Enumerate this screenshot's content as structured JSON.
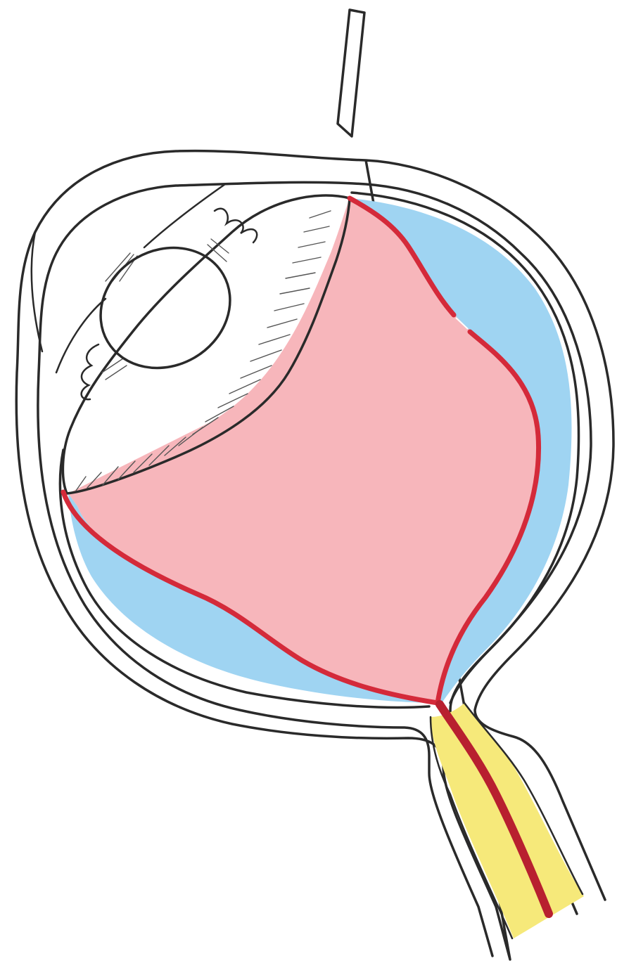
{
  "colors": {
    "background": "#ffffff",
    "outline": "#2a2a2a",
    "vitreous": "#f7b6bb",
    "subretinal_fluid": "#9fd4f2",
    "detached_retina": "#d42a3a",
    "optic_nerve": "#f6e97a",
    "central_vessel": "#b8202f",
    "ciliary_body": "#ffffff",
    "lens": "#ffffff"
  },
  "structures": [
    "sclera",
    "choroid",
    "cornea",
    "lens",
    "iris",
    "ciliary-body",
    "vitreous-body",
    "detached-retina",
    "retinal-break",
    "subretinal-fluid",
    "optic-nerve",
    "central-retinal-vessel",
    "instrument"
  ]
}
